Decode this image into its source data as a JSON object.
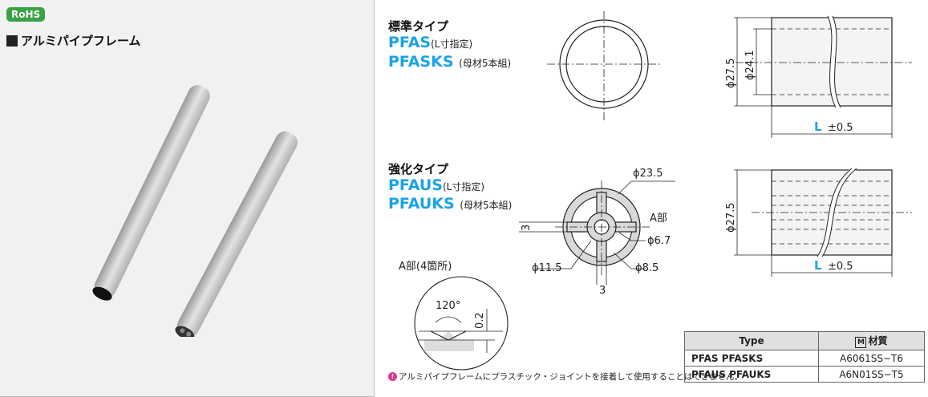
{
  "badge": "RoHS",
  "heading": "アルミパイプフレーム",
  "standard": {
    "title": "標準タイプ",
    "code1": "PFAS",
    "note1": "(L寸指定)",
    "code2": "PFASKS",
    "note2": "(母材5本組)",
    "dia_outer": "ϕ27.5",
    "dia_inner": "ϕ24.1",
    "length_label": "L",
    "length_tol": "±0.5"
  },
  "reinforced": {
    "title": "強化タイプ",
    "code1": "PFAUS",
    "note1": "(L寸指定)",
    "code2": "PFAUKS",
    "note2": "(母材5本組)",
    "dia_235": "ϕ23.5",
    "dia_115": "ϕ11.5",
    "dia_67": "ϕ6.7",
    "dia_85": "ϕ8.5",
    "dim_3a": "3",
    "dim_3b": "3",
    "part_a": "A部",
    "detail_title": "A部(4箇所)",
    "angle": "120°",
    "depth": "0.2",
    "dia_outer": "ϕ27.5",
    "length_label": "L",
    "length_tol": "±0.5"
  },
  "table": {
    "head_type": "Type",
    "head_material": "材質",
    "material_icon": "M",
    "rows": [
      {
        "type": "PFAS   PFASKS",
        "material": "A6061SS−T6"
      },
      {
        "type": "PFAUS   PFAUKS",
        "material": "A6N01SS−T5"
      }
    ]
  },
  "warning": "アルミパイプフレームにプラスチック・ジョイントを接着して使用することはできません。",
  "colors": {
    "accent": "#1aa3e8",
    "rohs": "#3aa146",
    "warn": "#e0338c"
  }
}
